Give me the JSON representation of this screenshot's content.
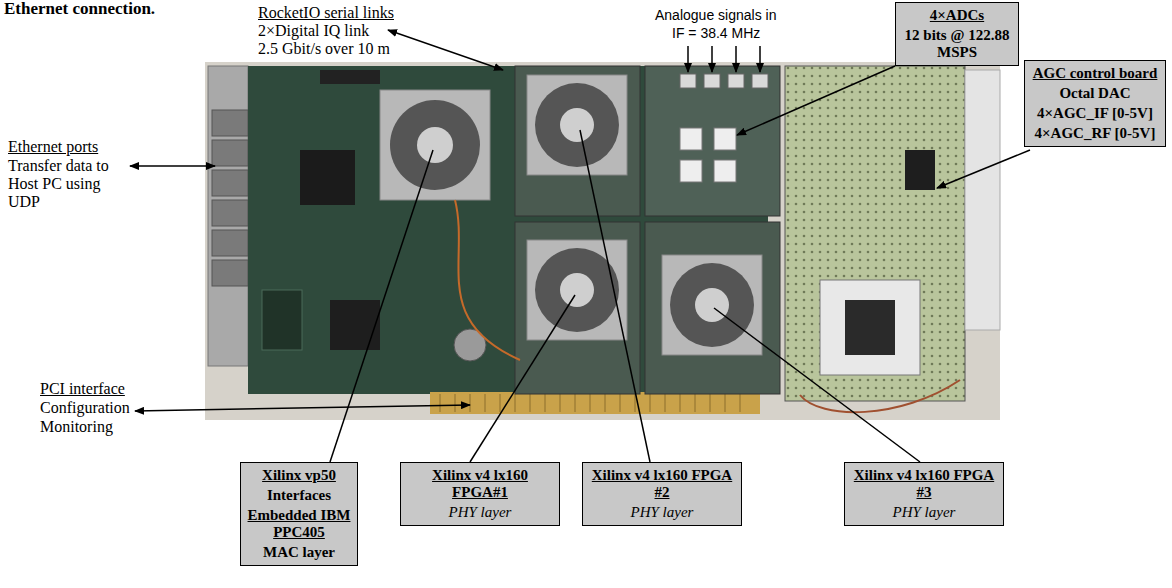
{
  "diagram": {
    "nodes": [
      {
        "text": [
          "4×ADCs",
          "12 bits @ 122.88 MSPS"
        ]
      },
      {
        "text": [
          "AGC control board",
          "Octal DAC",
          "4×AGC_IF [0-5V]",
          "4×AGC_RF [0-5V]"
        ]
      },
      {
        "text": [
          "Xilinx vp50",
          "Interfaces",
          "Embedded IBM PPC405",
          "MAC layer"
        ]
      },
      {
        "text": [
          "Xilinx v4 lx160 FPGA#1",
          "PHY layer"
        ]
      },
      {
        "text": [
          "Xilinx v4 lx160 FPGA #2",
          "PHY layer"
        ]
      },
      {
        "text": [
          "Xilinx v4 lx160 FPGA #3",
          "PHY layer"
        ]
      }
    ],
    "labels": [
      "Ethernet connection.",
      "RocketIO serial links",
      "2×Digital IQ link",
      "2.5 Gbit/s over 10 m",
      "Analogue signals in",
      "IF = 38.4 MHz",
      "Ethernet ports",
      "Transfer data to Host PC using UDP",
      "PCI interface",
      "Configuration",
      "Monitoring"
    ]
  }
}
